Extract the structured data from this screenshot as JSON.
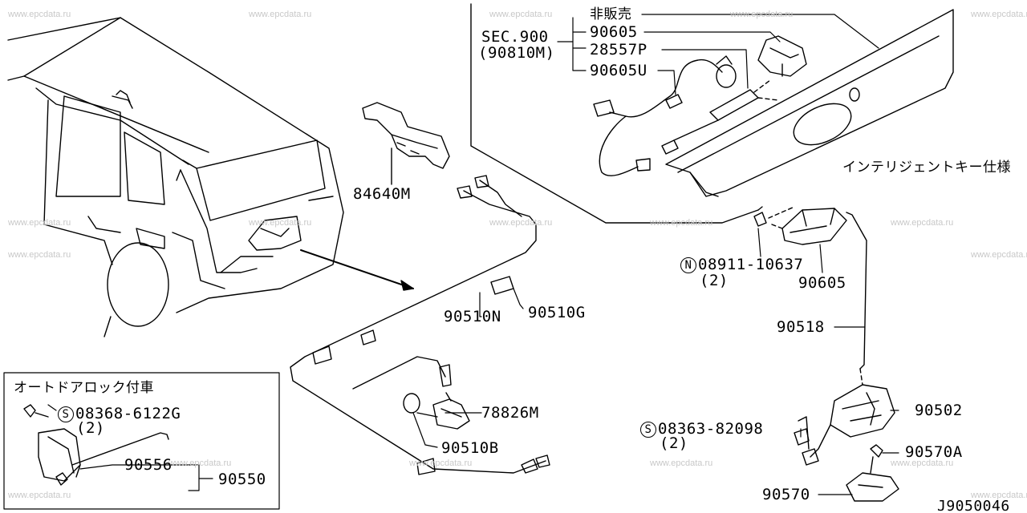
{
  "watermark": "www.epcdata.ru",
  "diagram_id": "J9050046",
  "labels": {
    "not_for_sale": "非販売",
    "sec_ref": "SEC.900",
    "sec_ref_sub": "(90810M)",
    "p_90605_top": "90605",
    "p_28557P": "28557P",
    "p_90605U": "90605U",
    "p_84640M": "84640M",
    "intelligent_key": "インテリジェントキー仕様",
    "bolt_code_n": "N",
    "bolt_n": "08911-10637",
    "bolt_n_qty": "(2)",
    "p_90605_mid": "90605",
    "p_90510N": "90510N",
    "p_90510G": "90510G",
    "p_90518": "90518",
    "auto_lock_title": "オートドアロック付車",
    "screw_code_s1": "S",
    "screw_s1": "08368-6122G",
    "screw_s1_qty": "(2)",
    "p_90556": "90556",
    "p_90550": "90550",
    "p_78826M": "78826M",
    "p_90510B": "90510B",
    "p_90502": "90502",
    "screw_code_s2": "S",
    "screw_s2": "08363-82098",
    "screw_s2_qty": "(2)",
    "p_90570A": "90570A",
    "p_90570": "90570"
  }
}
